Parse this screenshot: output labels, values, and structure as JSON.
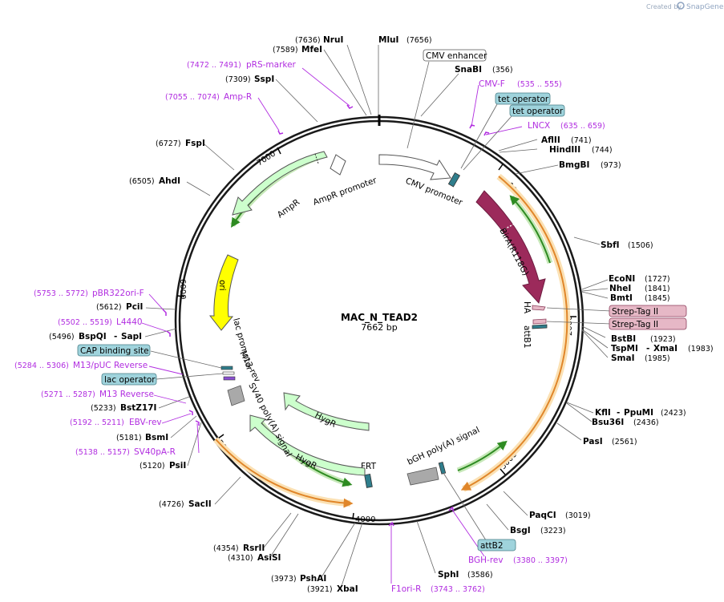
{
  "plasmid": {
    "name": "MAC_N_TEAD2",
    "length_label": "7662 bp",
    "length": 7662
  },
  "watermark": {
    "prefix": "Created by",
    "brand": "SnapGene"
  },
  "colors": {
    "ring": "#1a1a1a",
    "primer": "#b12de0",
    "ampr": "#ccffcc",
    "ori": "#ffff00",
    "birA": "#9c2a5b",
    "promoter": "#ffffff",
    "teal": "#2f7e8c",
    "gray_feature": "#a9a9a9",
    "orf_orange": "#f0a640",
    "orf_green": "#2e8b22",
    "box_teal": "#9fd3dc",
    "box_pink": "#e6b8c6"
  },
  "ticks": [
    "1000",
    "2000",
    "3000",
    "4000",
    "5000",
    "6000",
    "7000"
  ],
  "features": [
    {
      "id": "cmv-promoter",
      "label": "CMV promoter",
      "kind": "promoter"
    },
    {
      "id": "birA",
      "label": "BirA(R118G)",
      "kind": "cds"
    },
    {
      "id": "ampr-promoter",
      "label": "AmpR promoter",
      "kind": "promoter"
    },
    {
      "id": "ampr",
      "label": "AmpR",
      "kind": "cds"
    },
    {
      "id": "ori",
      "label": "ori",
      "kind": "rep_origin"
    },
    {
      "id": "lac-promoter",
      "label": "lac promoter",
      "kind": "promoter"
    },
    {
      "id": "m13-rev",
      "label": "M13 rev",
      "kind": "primer_bind"
    },
    {
      "id": "sv40-polya",
      "label": "SV40 poly(A) signal",
      "kind": "terminator"
    },
    {
      "id": "hygr-1",
      "label": "HygR",
      "kind": "cds"
    },
    {
      "id": "hygr-2",
      "label": "HygR",
      "kind": "cds"
    },
    {
      "id": "frt",
      "label": "FRT",
      "kind": "misc"
    },
    {
      "id": "bgh-polya",
      "label": "bGH poly(A) signal",
      "kind": "terminator"
    },
    {
      "id": "ha",
      "label": "HA",
      "kind": "tag"
    },
    {
      "id": "attb1",
      "label": "attB1",
      "kind": "misc"
    }
  ],
  "boxed_labels": [
    {
      "id": "cmv-enhancer",
      "label": "CMV enhancer",
      "style": "white"
    },
    {
      "id": "tet-operator-1",
      "label": "tet operator",
      "style": "teal"
    },
    {
      "id": "tet-operator-2",
      "label": "tet operator",
      "style": "teal"
    },
    {
      "id": "strep-tag-1",
      "label": "Strep-Tag II",
      "style": "pink"
    },
    {
      "id": "strep-tag-2",
      "label": "Strep-Tag II",
      "style": "pink"
    },
    {
      "id": "cap-site",
      "label": "CAP binding site",
      "style": "teal"
    },
    {
      "id": "lac-operator",
      "label": "lac operator",
      "style": "teal"
    },
    {
      "id": "attb2",
      "label": "attB2",
      "style": "teal"
    }
  ],
  "sites": [
    {
      "name": "NruI",
      "pos": "(7636)"
    },
    {
      "name": "MluI",
      "pos": "(7656)"
    },
    {
      "name": "MfeI",
      "pos": "(7589)"
    },
    {
      "name": "SnaBI",
      "pos": "(356)"
    },
    {
      "name": "SspI",
      "pos": "(7309)"
    },
    {
      "name": "AflII",
      "pos": "(741)"
    },
    {
      "name": "HindIII",
      "pos": "(744)"
    },
    {
      "name": "BmgBI",
      "pos": "(973)"
    },
    {
      "name": "FspI",
      "pos": "(6727)"
    },
    {
      "name": "AhdI",
      "pos": "(6505)"
    },
    {
      "name": "SbfI",
      "pos": "(1506)"
    },
    {
      "name": "EcoNI",
      "pos": "(1727)"
    },
    {
      "name": "NheI",
      "pos": "(1841)"
    },
    {
      "name": "BmtI",
      "pos": "(1845)"
    },
    {
      "name": "PciI",
      "pos": "(5612)"
    },
    {
      "name": "BspQI",
      "pos": "(5496)"
    },
    {
      "name": "SapI",
      "pos": ""
    },
    {
      "name": "BstBI",
      "pos": "(1923)"
    },
    {
      "name": "TspMI",
      "pos": ""
    },
    {
      "name": "XmaI",
      "pos": "(1983)"
    },
    {
      "name": "SmaI",
      "pos": "(1985)"
    },
    {
      "name": "BstZ17I",
      "pos": "(5233)"
    },
    {
      "name": "BsmI",
      "pos": "(5181)"
    },
    {
      "name": "PsiI",
      "pos": "(5120)"
    },
    {
      "name": "KflI",
      "pos": ""
    },
    {
      "name": "PpuMI",
      "pos": "(2423)"
    },
    {
      "name": "Bsu36I",
      "pos": "(2436)"
    },
    {
      "name": "PasI",
      "pos": "(2561)"
    },
    {
      "name": "SacII",
      "pos": "(4726)"
    },
    {
      "name": "PaqCI",
      "pos": "(3019)"
    },
    {
      "name": "BsgI",
      "pos": "(3223)"
    },
    {
      "name": "RsrII",
      "pos": "(4354)"
    },
    {
      "name": "AsiSI",
      "pos": "(4310)"
    },
    {
      "name": "SphI",
      "pos": "(3586)"
    },
    {
      "name": "PshAI",
      "pos": "(3973)"
    },
    {
      "name": "XbaI",
      "pos": "(3921)"
    }
  ],
  "primers": [
    {
      "range": "(7472 .. 7491)",
      "name": "pRS-marker"
    },
    {
      "range": "(7055 .. 7074)",
      "name": "Amp-R"
    },
    {
      "range": "",
      "name": "CMV-F"
    },
    {
      "range": "(535 .. 555)",
      "name": ""
    },
    {
      "range": "(635 .. 659)",
      "name": "LNCX"
    },
    {
      "range": "(5753 .. 5772)",
      "name": "pBR322ori-F"
    },
    {
      "range": "(5502 .. 5519)",
      "name": "L4440"
    },
    {
      "range": "(5284 .. 5306)",
      "name": "M13/pUC Reverse"
    },
    {
      "range": "(5271 .. 5287)",
      "name": "M13 Reverse"
    },
    {
      "range": "(5192 .. 5211)",
      "name": "EBV-rev"
    },
    {
      "range": "(5138 .. 5157)",
      "name": "SV40pA-R"
    },
    {
      "range": "(3380 .. 3397)",
      "name": "BGH-rev"
    },
    {
      "range": "(3743 .. 3762)",
      "name": "F1ori-R"
    }
  ]
}
